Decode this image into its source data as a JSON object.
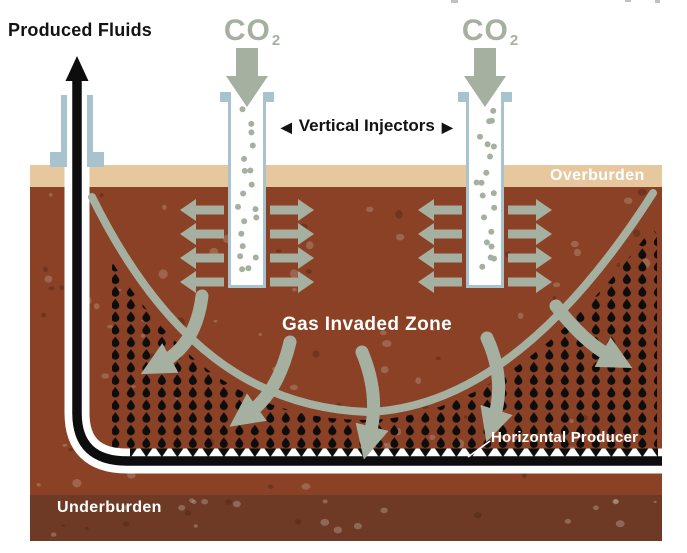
{
  "labels": {
    "produced_fluids": "Produced Fluids",
    "co2": {
      "main": "CO",
      "sub": "2"
    },
    "vertical_injectors": {
      "left_arrow": "◀",
      "text": "Vertical Injectors",
      "right_arrow": "▶"
    },
    "overburden": "Overburden",
    "gas_invaded_zone": "Gas Invaded Zone",
    "horizontal_producer": "Horizontal Producer",
    "underburden": "Underburden"
  },
  "colors": {
    "reservoir_brown": "#8a4126",
    "overburden_tan": "#e6c79e",
    "underburden_brown": "#6f3a25",
    "co2_sage": "#a5b0a0",
    "well_casing_blue_gray": "#a9c3ce",
    "oil_black": "#0d0d0d",
    "label_white": "#ffffff",
    "label_black": "#131313"
  }
}
